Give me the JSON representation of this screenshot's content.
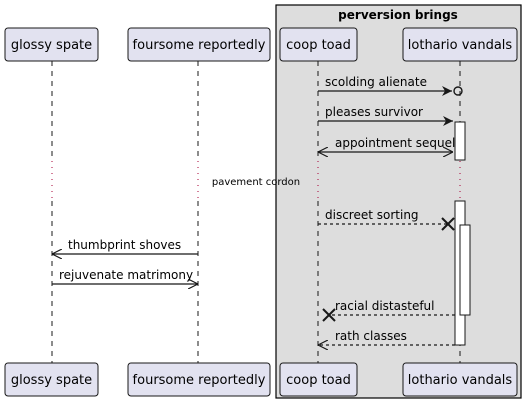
{
  "group": {
    "title": "perversion brings"
  },
  "participants": [
    {
      "id": "p1",
      "label": "glossy spate"
    },
    {
      "id": "p2",
      "label": "foursome reportedly"
    },
    {
      "id": "p3",
      "label": "coop toad"
    },
    {
      "id": "p4",
      "label": "lothario vandals"
    }
  ],
  "messages": [
    {
      "label": "scolding alienate",
      "from": "p3",
      "to": "p4",
      "style": "solid",
      "head": "open-circle"
    },
    {
      "label": "pleases survivor",
      "from": "p3",
      "to": "p4",
      "style": "solid",
      "head": "arrow"
    },
    {
      "label": "appointment sequel",
      "from": "p3",
      "to": "p4",
      "style": "solid",
      "head": "bidirectional"
    },
    {
      "label": "discreet sorting",
      "from": "p3",
      "to": "p4",
      "style": "dashed",
      "head": "cross"
    },
    {
      "label": "thumbprint shoves",
      "from": "p2",
      "to": "p1",
      "style": "solid",
      "head": "arrow"
    },
    {
      "label": "rejuvenate matrimony",
      "from": "p1",
      "to": "p2",
      "style": "solid",
      "head": "open-arrow"
    },
    {
      "label": "racial distasteful",
      "from": "p4",
      "to": "p3",
      "style": "dashed",
      "head": "cross"
    },
    {
      "label": "rath classes",
      "from": "p4",
      "to": "p3",
      "style": "dashed",
      "head": "open-arrow"
    }
  ],
  "divider": {
    "label": "pavement cordon"
  },
  "colors": {
    "participant_fill": "#e2e2f0",
    "participant_stroke": "#181818",
    "group_fill": "#dddddd",
    "group_stroke": "#000000",
    "lifeline": "#181818",
    "activation_fill": "#ffffff",
    "divider_dots": "#a80036"
  }
}
